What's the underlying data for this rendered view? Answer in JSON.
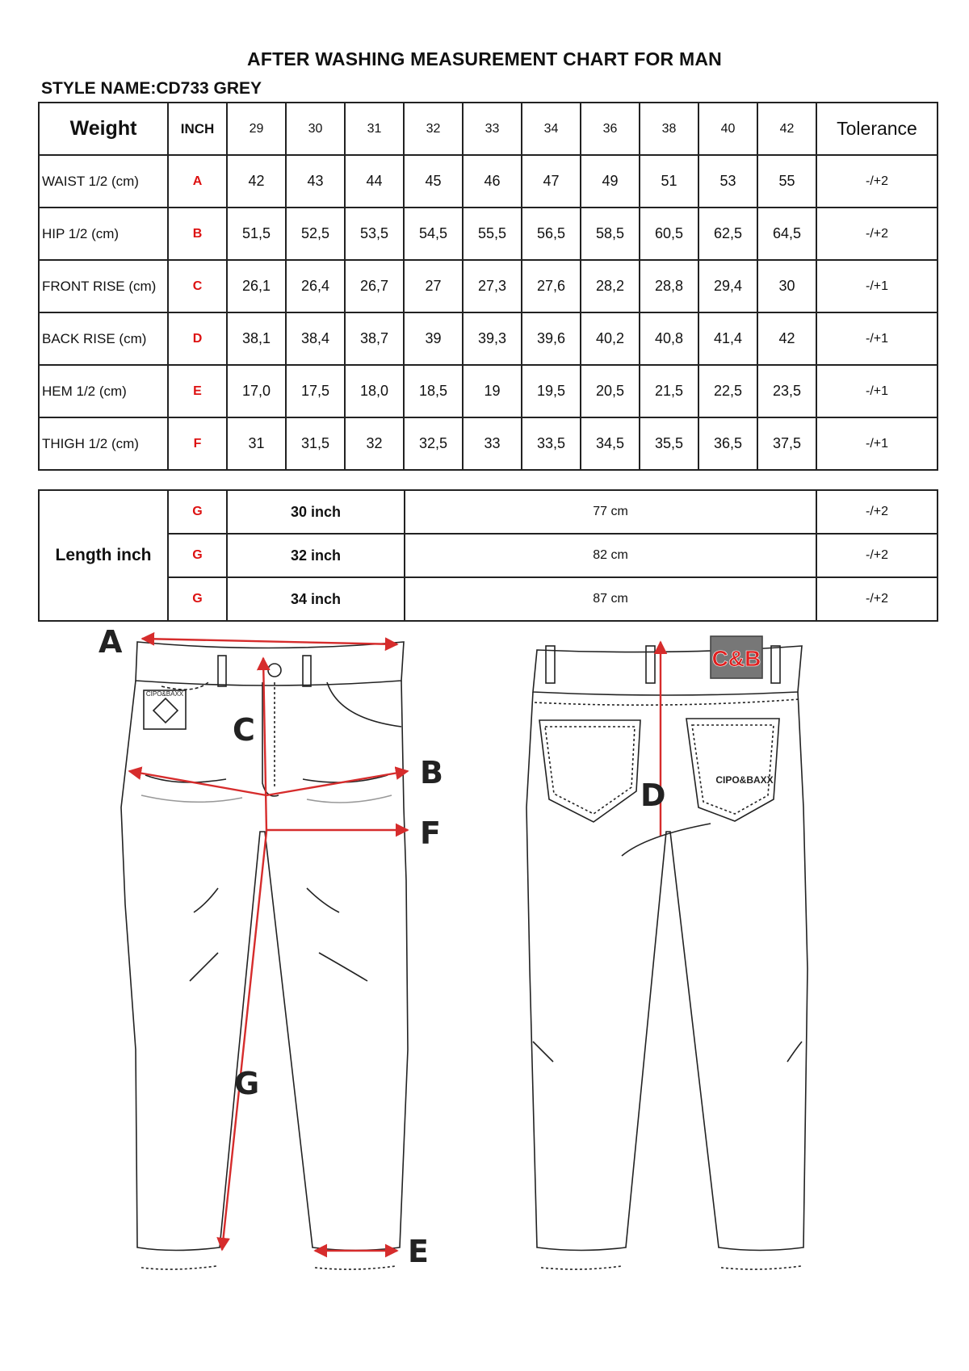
{
  "title": "AFTER WASHING MEASUREMENT CHART FOR MAN",
  "style_name": "STYLE NAME:CD733 GREY",
  "size_table": {
    "weight_label": "Weight",
    "inch_label": "INCH",
    "sizes": [
      "29",
      "30",
      "31",
      "32",
      "33",
      "34",
      "36",
      "38",
      "40",
      "42"
    ],
    "tolerance_label": "Tolerance",
    "rows": [
      {
        "label": "WAIST 1/2 (cm)",
        "code": "A",
        "values": [
          "42",
          "43",
          "44",
          "45",
          "46",
          "47",
          "49",
          "51",
          "53",
          "55"
        ],
        "tolerance": "-/+2"
      },
      {
        "label": "HIP 1/2 (cm)",
        "code": "B",
        "values": [
          "51,5",
          "52,5",
          "53,5",
          "54,5",
          "55,5",
          "56,5",
          "58,5",
          "60,5",
          "62,5",
          "64,5"
        ],
        "tolerance": "-/+2"
      },
      {
        "label": "FRONT RISE (cm)",
        "code": "C",
        "values": [
          "26,1",
          "26,4",
          "26,7",
          "27",
          "27,3",
          "27,6",
          "28,2",
          "28,8",
          "29,4",
          "30"
        ],
        "tolerance": "-/+1"
      },
      {
        "label": "BACK RISE (cm)",
        "code": "D",
        "values": [
          "38,1",
          "38,4",
          "38,7",
          "39",
          "39,3",
          "39,6",
          "40,2",
          "40,8",
          "41,4",
          "42"
        ],
        "tolerance": "-/+1"
      },
      {
        "label": "HEM 1/2  (cm)",
        "code": "E",
        "values": [
          "17,0",
          "17,5",
          "18,0",
          "18,5",
          "19",
          "19,5",
          "20,5",
          "21,5",
          "22,5",
          "23,5"
        ],
        "tolerance": "-/+1"
      },
      {
        "label": "THIGH 1/2 (cm)",
        "code": "F",
        "values": [
          "31",
          "31,5",
          "32",
          "32,5",
          "33",
          "33,5",
          "34,5",
          "35,5",
          "36,5",
          "37,5"
        ],
        "tolerance": "-/+1"
      }
    ]
  },
  "length_table": {
    "label": "Length inch",
    "rows": [
      {
        "code": "G",
        "inch": "30 inch",
        "cm": "77 cm",
        "tolerance": "-/+2"
      },
      {
        "code": "G",
        "inch": "32 inch",
        "cm": "82 cm",
        "tolerance": "-/+2"
      },
      {
        "code": "G",
        "inch": "34 inch",
        "cm": "87 cm",
        "tolerance": "-/+2"
      }
    ]
  },
  "diagram": {
    "labels": {
      "a": "A",
      "b": "B",
      "c": "C",
      "d": "D",
      "e": "E",
      "f": "F",
      "g": "G"
    },
    "logo_text": "C&B",
    "front_patch_text": "CIPO&BAXX",
    "back_pocket_text": "CIPO&BAXX",
    "arrow_color": "#d62c2c"
  }
}
